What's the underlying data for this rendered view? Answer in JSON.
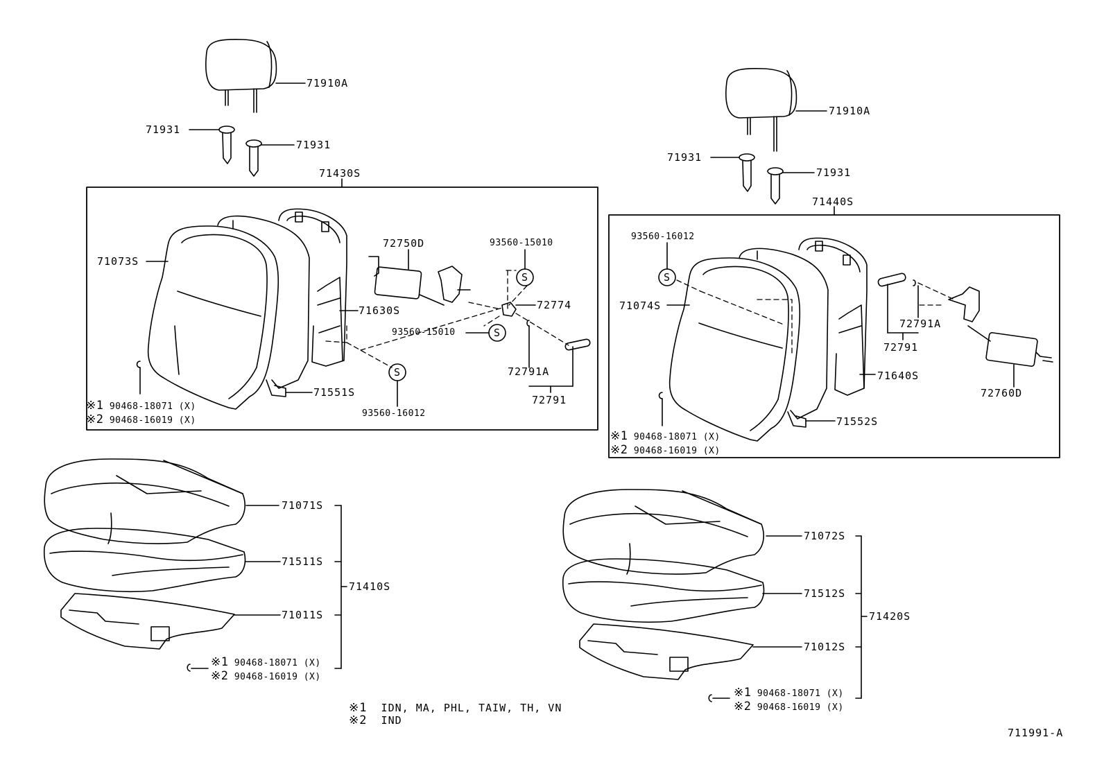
{
  "diagram_id": "711991-A",
  "callouts": {
    "hr_left": "71910A",
    "guide_l1": "71931",
    "guide_l2": "71931",
    "hr_right": "71910A",
    "guide_r1": "71931",
    "guide_r2": "71931",
    "back_left_assy": "71430S",
    "back_right_assy": "71440S",
    "cover_left": "71073S",
    "pad_left": "71630S",
    "frame_left": "71551S",
    "lumbar_left": "72750D",
    "bolt_l_a": "93560-15010",
    "bolt_l_b": "93560-15010",
    "bolt_l_c": "93560-16012",
    "knob_left": "72774",
    "ring_left": "72791A",
    "lever_left": "72791",
    "bolt_r_a": "93560-16012",
    "cover_right": "71074S",
    "pad_right": "71640S",
    "frame_right": "71552S",
    "ring_right": "72791A",
    "lever_right": "72791",
    "lumbar_right": "72760D",
    "cush_cover_left": "71071S",
    "cush_pad_left": "71511S",
    "cush_frame_left": "71011S",
    "cush_left_assy": "71410S",
    "cush_cover_right": "71072S",
    "cush_pad_right": "71512S",
    "cush_frame_right": "71012S",
    "cush_right_assy": "71420S"
  },
  "hog_rings": {
    "mark1": "※1",
    "mark2": "※2",
    "ring1": "90468-18071 (X)",
    "ring2": "90468-16019 (X)"
  },
  "bolt_symbol": "S",
  "notes": [
    {
      "mark": "※1",
      "text": "IDN, MA, PHL, TAIW, TH, VN"
    },
    {
      "mark": "※2",
      "text": "IND"
    }
  ]
}
